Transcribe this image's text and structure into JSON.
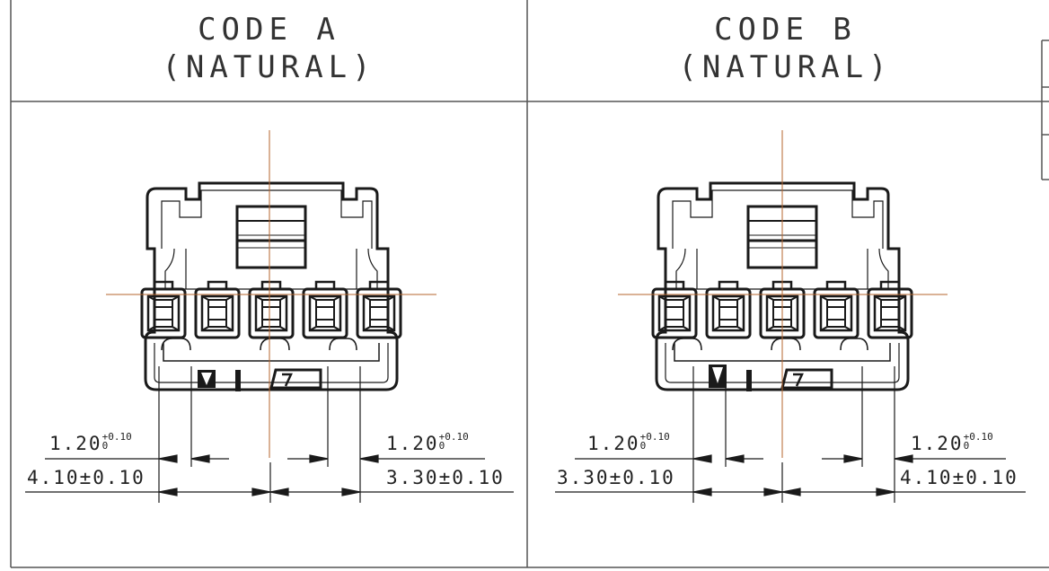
{
  "panels": [
    {
      "code": "CODE A",
      "material": "(NATURAL)",
      "dims": {
        "upper_left": {
          "value": "1.20",
          "tol_upper": "+0.10",
          "tol_lower": "0"
        },
        "upper_right": {
          "value": "1.20",
          "tol_upper": "+0.10",
          "tol_lower": "0"
        },
        "lower_left": "4.10±0.10",
        "lower_right": "3.30±0.10"
      }
    },
    {
      "code": "CODE B",
      "material": "(NATURAL)",
      "dims": {
        "upper_left": {
          "value": "1.20",
          "tol_upper": "+0.10",
          "tol_lower": "0"
        },
        "upper_right": {
          "value": "1.20",
          "tol_upper": "+0.10",
          "tol_lower": "0"
        },
        "lower_left": "3.30±0.10",
        "lower_right": "4.10±0.10"
      }
    }
  ],
  "colors": {
    "line": "#1a1a1a",
    "centerline": "#b5652e",
    "frame": "#555555"
  }
}
